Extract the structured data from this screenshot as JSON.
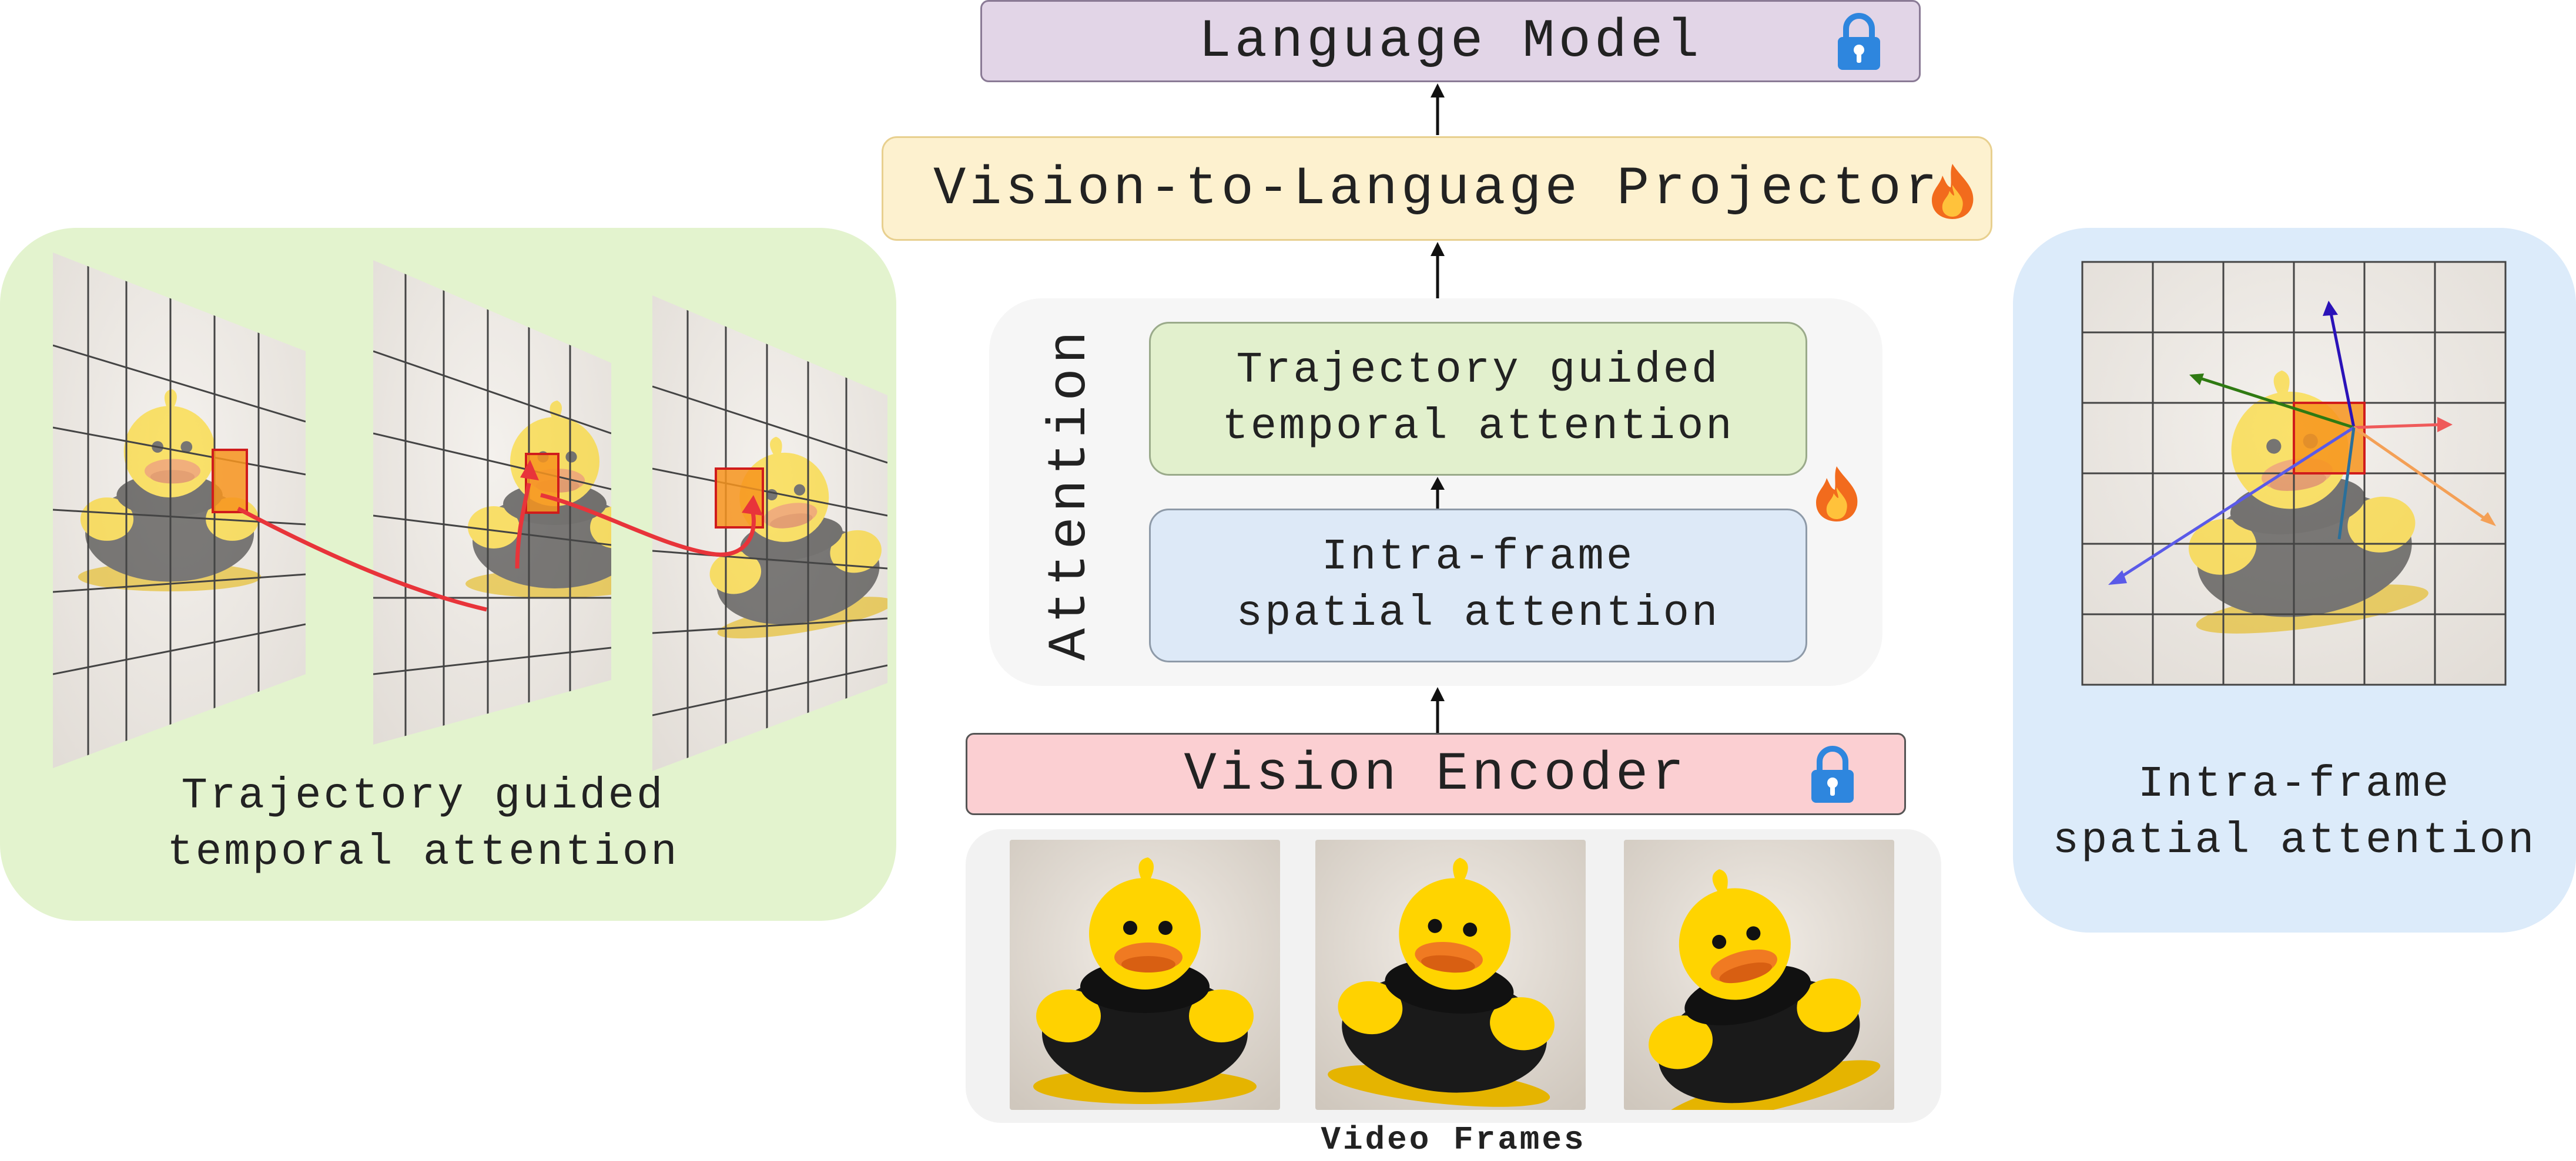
{
  "blocks": {
    "language_model": "Language Model",
    "projector": "Vision-to-Language Projector",
    "attention_label": "Attention",
    "temporal_attention": {
      "line1": "Trajectory guided",
      "line2": "temporal attention"
    },
    "spatial_attention": {
      "line1": "Intra-frame",
      "line2": "spatial attention"
    },
    "vision_encoder": "Vision Encoder",
    "video_frames": "Video Frames"
  },
  "left_panel": {
    "caption_line1": "Trajectory guided",
    "caption_line2": "temporal attention"
  },
  "right_panel": {
    "caption_line1": "Intra-frame",
    "caption_line2": "spatial attention"
  },
  "icons": {
    "frozen": "lock-icon",
    "trainable": "fire-icon"
  },
  "colors": {
    "language_model": "#e2d5e7",
    "projector": "#fdf1cf",
    "temporal": "#e2f0cd",
    "spatial": "#dde9f7",
    "encoder": "#fbcfd2",
    "lock": "#2e86de",
    "trajectory_arrow": "#e8343a"
  }
}
